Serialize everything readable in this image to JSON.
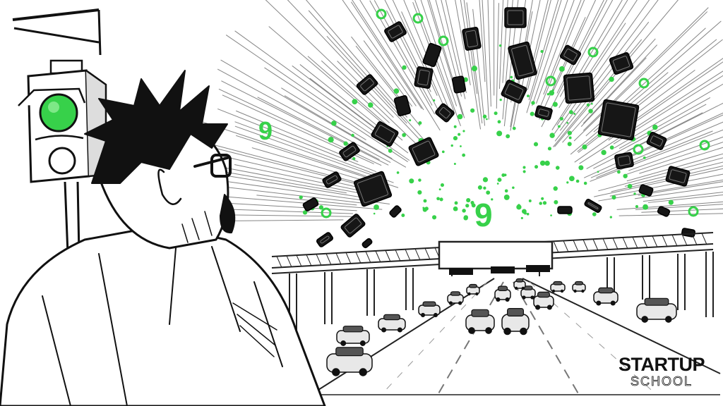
{
  "illustration": {
    "numerals": {
      "left": "9",
      "center": "9"
    },
    "brand": {
      "main": "STARTUP",
      "sub": "SCHOOL"
    }
  },
  "colors": {
    "accent_green": "#37d14a",
    "ink": "#111111",
    "background": "#ffffff"
  },
  "icons": {
    "signal": "traffic-light-icon",
    "sign": "overhead-sign-icon"
  }
}
